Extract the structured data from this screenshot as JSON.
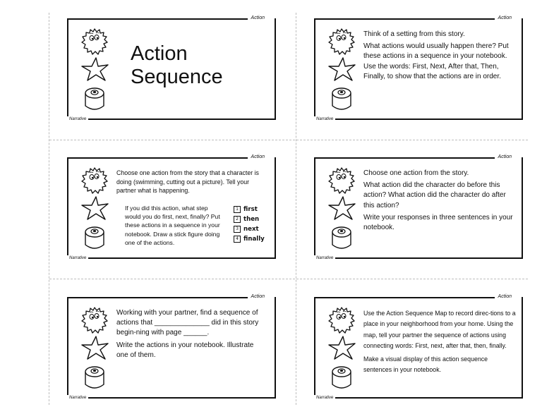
{
  "cards": [
    {
      "tag_top": "Action",
      "tag_bottom": "Narrative",
      "title_line1": "Action",
      "title_line2": "Sequence"
    },
    {
      "tag_top": "Action",
      "tag_bottom": "Narrative",
      "paragraphs": [
        "Think of a setting from this story.",
        "What actions would usually happen there? Put these actions in a sequence in your notebook.  Use the words: First, Next, After that, Then, Finally, to show that the actions are in order."
      ]
    },
    {
      "tag_top": "Action",
      "tag_bottom": "Narrative",
      "paragraphs": [
        "Choose one action from the story that a character is doing (swimming, cutting out a picture).  Tell your partner what is happening."
      ],
      "inner_text": "If you did this action, what step would you do first, next, finally? Put these actions in a sequence in your notebook.  Draw a stick figure doing one of the actions.",
      "steps": [
        {
          "num": "1",
          "label": "first"
        },
        {
          "num": "2",
          "label": "then"
        },
        {
          "num": "3",
          "label": "next"
        },
        {
          "num": "4",
          "label": "finally"
        }
      ]
    },
    {
      "tag_top": "Action",
      "tag_bottom": "Narrative",
      "paragraphs": [
        "Choose one action from the story.",
        "What action did the character do before this action?  What action did the character do after this action?",
        "Write your responses in three sentences in your notebook."
      ]
    },
    {
      "tag_top": "Action",
      "tag_bottom": "Narrative",
      "para1": "Working with your partner,  find a sequence of actions that ______________ did in this story begin-ning with page ______.",
      "para2": "Write the actions in your notebook. Illustrate one of them."
    },
    {
      "tag_top": "Action",
      "tag_bottom": "Narrative",
      "paragraphs": [
        "Use the Action Sequence Map to record direc-tions to a place in your neighborhood from your home. Using the map, tell your partner the sequence of actions using connecting words: First, next, after that, then, finally.",
        "Make a visual display of this action sequence sentences in your notebook."
      ]
    }
  ]
}
